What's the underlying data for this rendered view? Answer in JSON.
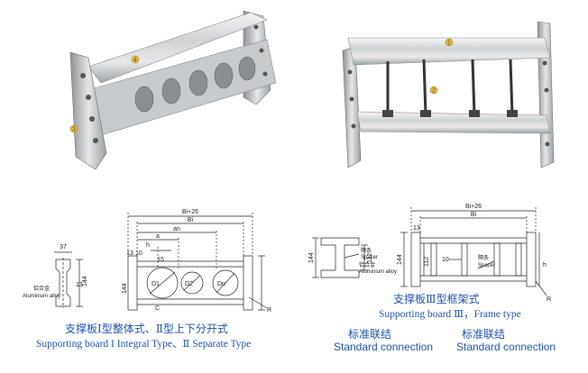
{
  "photos": {
    "left_callouts": [
      "4",
      "3"
    ],
    "right_callouts": [
      "1",
      "2"
    ]
  },
  "drawing_left": {
    "side_labels": {
      "dim1": "37",
      "dim2": "13",
      "height": "144",
      "material_cn": "铝合金",
      "material_en": "Aluminium alloy"
    },
    "front_labels": {
      "overall": "Bi+26",
      "inner": "Bi",
      "an": "an",
      "a": "a",
      "h": "h",
      "c10": "10",
      "c13": "13",
      "fifteen": "15",
      "height": "144",
      "R": "R",
      "C": "C",
      "D1": "D1",
      "D2": "D2",
      "Dn": "Dn"
    },
    "caption_cn": "支撑板Ⅰ型整体式、Ⅱ型上下分开式",
    "caption_en": "Supporting board I Integral Type、Ⅱ Separate Type"
  },
  "drawing_right": {
    "side_labels": {
      "height": "144",
      "dim": "112",
      "spacer_cn": "隔条",
      "spacer_en": "Spacer",
      "material_cn": "铝合金",
      "material_en": "Aluminium alloy"
    },
    "front_labels": {
      "overall": "Bi+26",
      "inner": "Bi",
      "c13": "13",
      "h": "h",
      "height": "144",
      "dim": "112",
      "c10": "10",
      "spacer_cn": "隔条",
      "spacer_en": "Spacer",
      "R": "R"
    },
    "caption_cn": "支撑板Ⅲ型框架式",
    "caption_en": "Supporting board Ⅲ，Frame type"
  },
  "captions": {
    "std_cn_1": "标准联结",
    "std_en_1": "Standard connection",
    "std_cn_2": "标准联结",
    "std_en_2": "Standard connection"
  }
}
